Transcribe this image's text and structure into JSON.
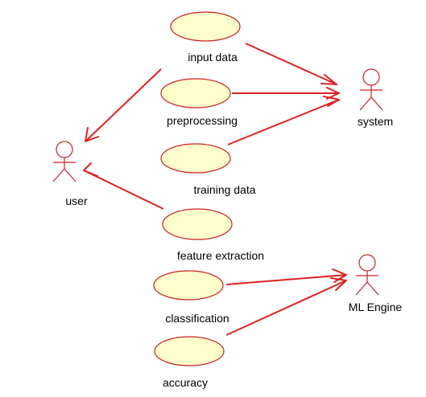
{
  "colors": {
    "line": "#dd2222",
    "usecase_fill": "#fefecd",
    "text": "#000000",
    "background": "#ffffff"
  },
  "actors": {
    "user": "user",
    "system": "system",
    "ml_engine": "ML Engine"
  },
  "use_cases": {
    "input_data": "input data",
    "preprocessing": "preprocessing",
    "training_data": "training data",
    "feature_extraction": "feature extraction",
    "classification": "classification",
    "accuracy": "accuracy"
  }
}
